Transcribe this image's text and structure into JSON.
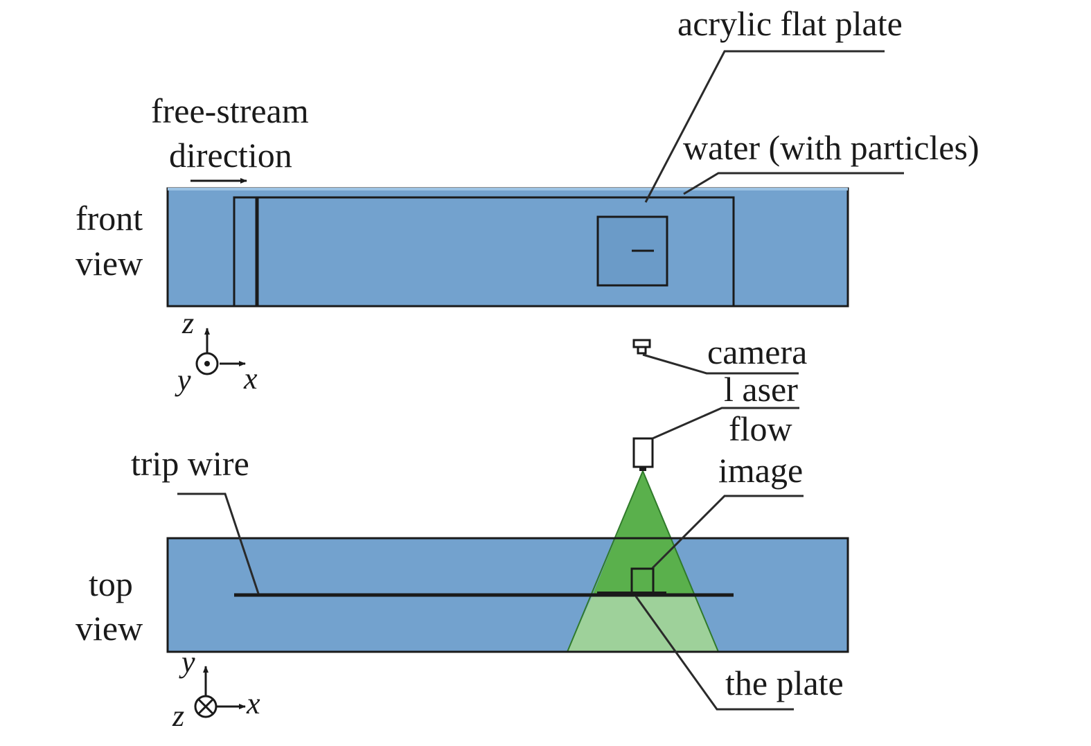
{
  "colors": {
    "water": "#73a2ce",
    "water_top_edge": "#9cc3e4",
    "laser_dark": "#5ab04c",
    "laser_light": "#9ed19a",
    "line": "#1a1a1a"
  },
  "labels": {
    "acrylic_plate": "acrylic flat plate",
    "free_stream_1": "free-stream",
    "free_stream_2": "direction",
    "water": "water (with particles)",
    "front_view_1": "front",
    "front_view_2": "view",
    "camera": "camera",
    "laser": "l aser",
    "flow_image_1": "flow",
    "flow_image_2": "image",
    "trip_wire": "trip wire",
    "top_view_1": "top",
    "top_view_2": "view",
    "the_plate": "the plate"
  },
  "axes_front": {
    "vertical": "z",
    "out_of_page": "y",
    "horizontal": "x",
    "out_symbol": "dot-out-of-page"
  },
  "axes_top": {
    "vertical": "y",
    "into_page": "z",
    "horizontal": "x",
    "into_symbol": "cross-into-page"
  }
}
